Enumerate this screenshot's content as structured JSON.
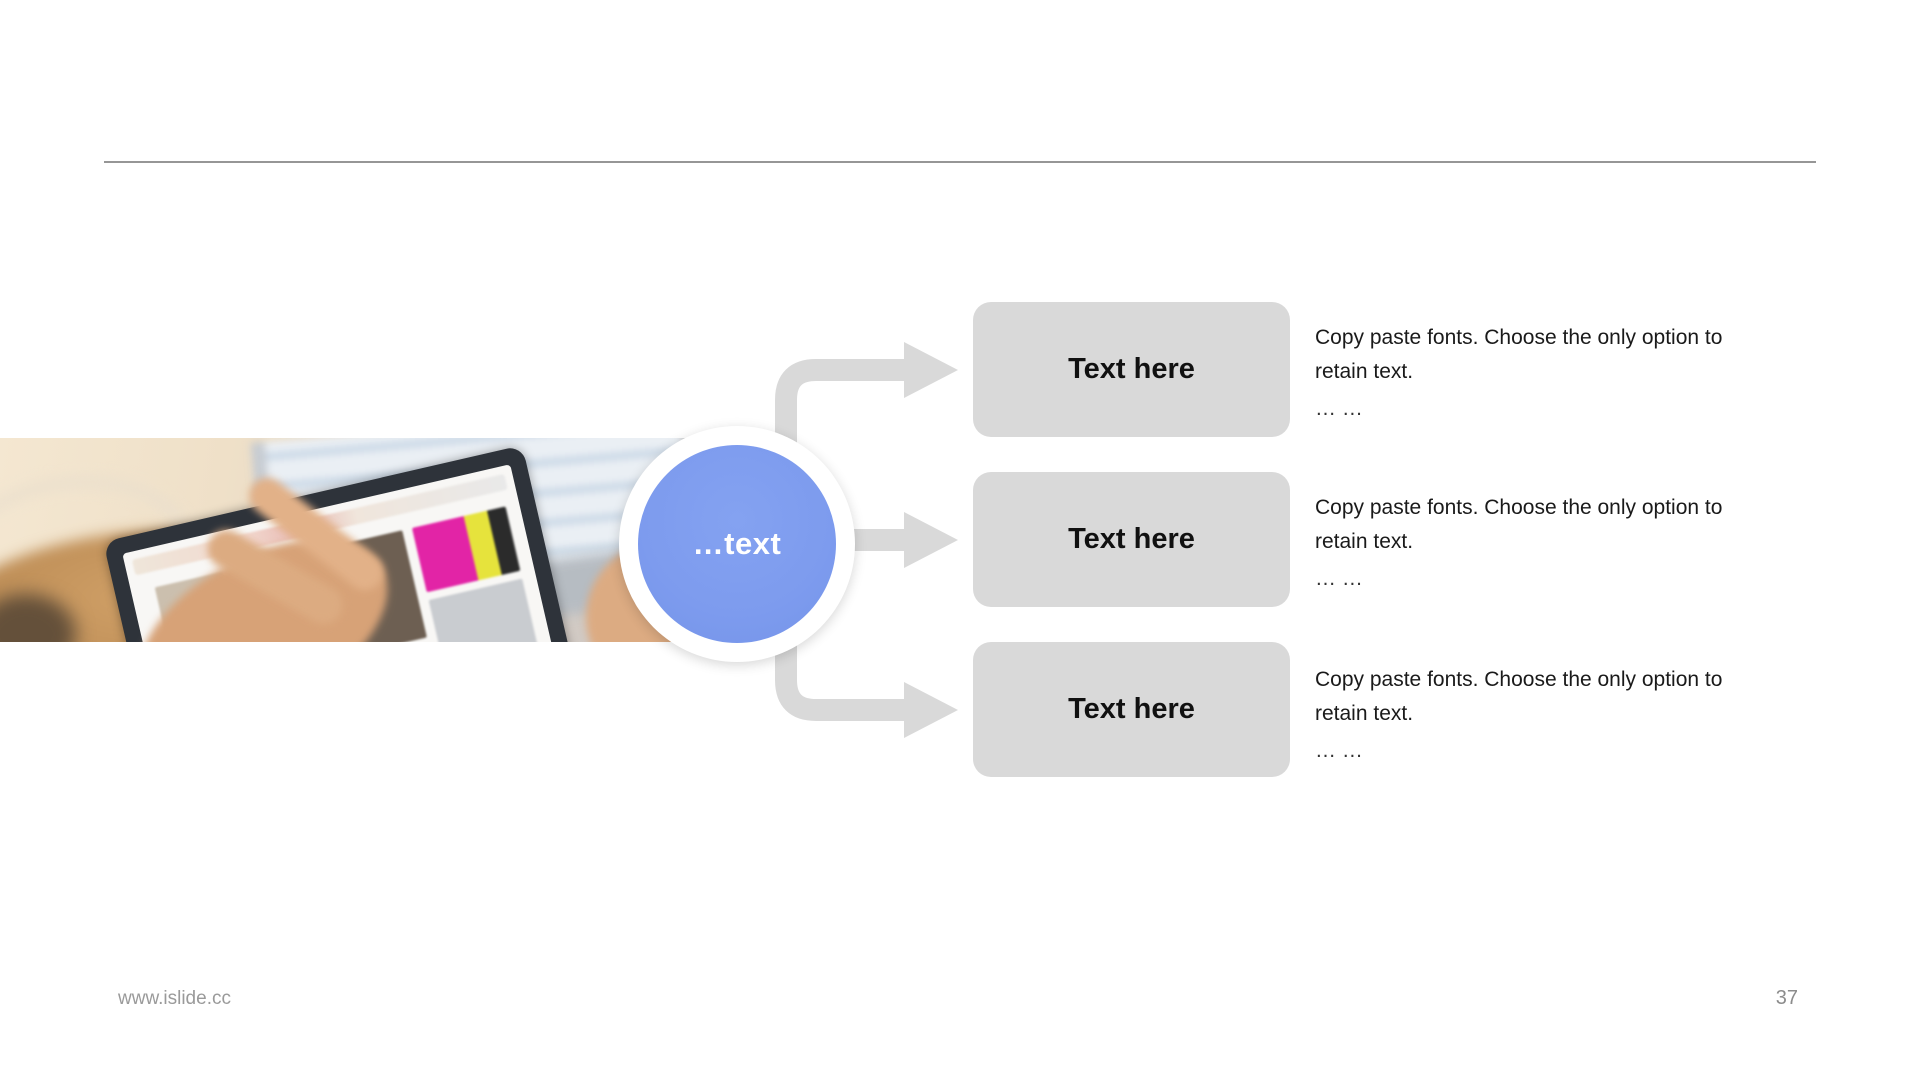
{
  "slide": {
    "background": "#ffffff",
    "rule_color": "#969696"
  },
  "photo": {
    "description": "hands using a tablet showing a product image grid, laptop in background"
  },
  "diagram": {
    "hub_label": "…text",
    "hub_color": "#7d9bee",
    "hub_ring_color": "#ffffff",
    "connector_color": "#d9d9d9",
    "node_fill": "#d9d9d9",
    "nodes": [
      {
        "label": "Text here",
        "body": "Copy paste fonts. Choose the only option to retain text.",
        "ellipsis": "… …"
      },
      {
        "label": "Text here",
        "body": "Copy paste fonts. Choose the only option to retain text.",
        "ellipsis": "… …"
      },
      {
        "label": "Text here",
        "body": "Copy paste fonts. Choose the only option to retain text.",
        "ellipsis": "… …"
      }
    ]
  },
  "footer": {
    "site": "www.islide.cc",
    "page_number": "37"
  }
}
